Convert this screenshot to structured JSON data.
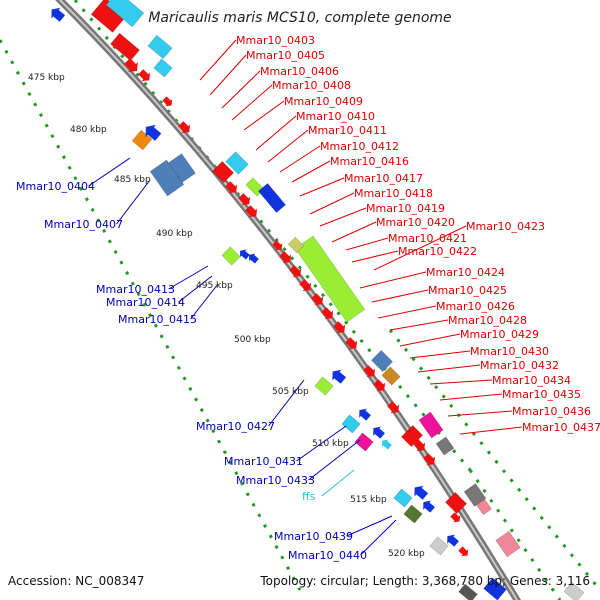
{
  "header": {
    "title": "Maricaulis maris MCS10, complete genome"
  },
  "footer": {
    "accession_label": "Accession: NC_008347",
    "topology_label": "Topology: circular; Length: 3,368,780 bp; Genes: 3,116"
  },
  "scale_labels": [
    "475 kbp",
    "480 kbp",
    "485 kbp",
    "490 kbp",
    "495 kbp",
    "500 kbp",
    "505 kbp",
    "510 kbp",
    "515 kbp",
    "520 kbp"
  ],
  "genes_right": [
    "Mmar10_0403",
    "Mmar10_0405",
    "Mmar10_0406",
    "Mmar10_0408",
    "Mmar10_0409",
    "Mmar10_0410",
    "Mmar10_0411",
    "Mmar10_0412",
    "Mmar10_0416",
    "Mmar10_0417",
    "Mmar10_0418",
    "Mmar10_0419",
    "Mmar10_0420",
    "Mmar10_0421",
    "Mmar10_0422",
    "Mmar10_0423",
    "Mmar10_0424",
    "Mmar10_0425",
    "Mmar10_0426",
    "Mmar10_0428",
    "Mmar10_0429",
    "Mmar10_0430",
    "Mmar10_0432",
    "Mmar10_0434",
    "Mmar10_0435",
    "Mmar10_0436",
    "Mmar10_0437"
  ],
  "genes_left": [
    "Mmar10_0404",
    "Mmar10_0407",
    "Mmar10_0413",
    "Mmar10_0414",
    "Mmar10_0415",
    "Mmar10_0427",
    "Mmar10_0431",
    "Mmar10_0433",
    "ffs",
    "Mmar10_0439",
    "Mmar10_0440"
  ],
  "colors": {
    "forward_label": "#dd0000",
    "reverse_label": "#0000bb",
    "rna_label": "#33bbdd",
    "backbone": "#888888",
    "scale_dots": "#229922",
    "red_gene": "#ee1111",
    "blue_gene": "#1133dd",
    "cyan_gene": "#33ccee",
    "green_gene": "#99ee33",
    "steel_gene": "#4f7fb8",
    "magenta_gene": "#ee1199",
    "gray_gene": "#777777"
  }
}
